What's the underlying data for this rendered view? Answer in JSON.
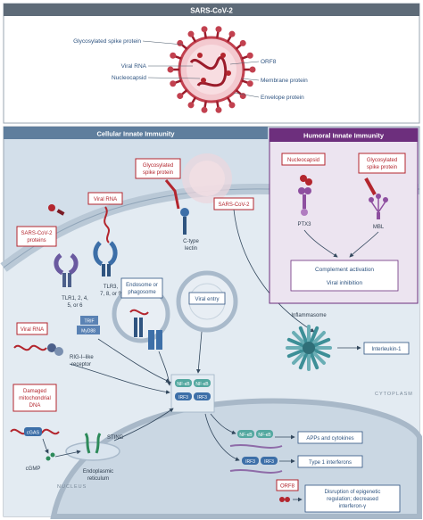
{
  "top_panel": {
    "title": "SARS-CoV-2",
    "labels": {
      "spike": "Glycosylated spike protein",
      "rna": "Viral RNA",
      "nucleocapsid": "Nucleocapsid",
      "orf8": "ORF8",
      "membrane": "Membrane protein",
      "envelope": "Envelope protein"
    }
  },
  "cellular": {
    "title": "Cellular Innate Immunity",
    "sars_cov2_proteins": [
      "SARS-CoV-2",
      "proteins"
    ],
    "viral_rna": "Viral RNA",
    "glyco_spike": [
      "Glycosylated",
      "spike protein"
    ],
    "sars_cov2": "SARS-CoV-2",
    "tlr_ext": [
      "TLR1, 2, 4,",
      "5, or 6"
    ],
    "tlr_endo": [
      "TLR3,",
      "7, 8, or 9"
    ],
    "ctype": [
      "C-type",
      "lectin"
    ],
    "endosome": [
      "Endosome or",
      "phagosome"
    ],
    "viral_entry": "Viral entry",
    "trif": "TRIF",
    "myd88": "MyD88",
    "viral_rna2": "Viral RNA",
    "rigi": [
      "RIG-I–like",
      "receptor"
    ],
    "damaged": [
      "Damaged",
      "mitochondrial",
      "DNA"
    ],
    "cgas": "cGAS",
    "cgmp": "cGMP",
    "sting": "STING",
    "er": [
      "Endoplasmic",
      "reticulum"
    ],
    "nfkb": "NF-κB",
    "irf3": "IRF3",
    "cytoplasm": "CYTOPLASM",
    "nucleus": "NUCLEUS",
    "inflammasome": "Inflammasome",
    "interleukin": "Interleukin-1",
    "apps": "APPs and cytokines",
    "type1": "Type 1 interferons",
    "orf8": "ORF8",
    "disruption": [
      "Disruption of epigenetic",
      "regulation; decreased",
      "interferon-γ"
    ]
  },
  "humoral": {
    "title": "Humoral Innate Immunity",
    "nucleocapsid": "Nucleocapsid",
    "glyco_spike": [
      "Glycosylated",
      "spike protein"
    ],
    "ptx3": "PTX3",
    "mbl": "MBL",
    "complement": "Complement activation",
    "viral_inhibition": "Viral inhibition"
  },
  "colors": {
    "red": "#b3262e",
    "dark_blue": "#2f5480",
    "purple": "#6d2f7d",
    "blue_panel": "#cfdce8",
    "purple_panel": "#e9e1ee"
  }
}
